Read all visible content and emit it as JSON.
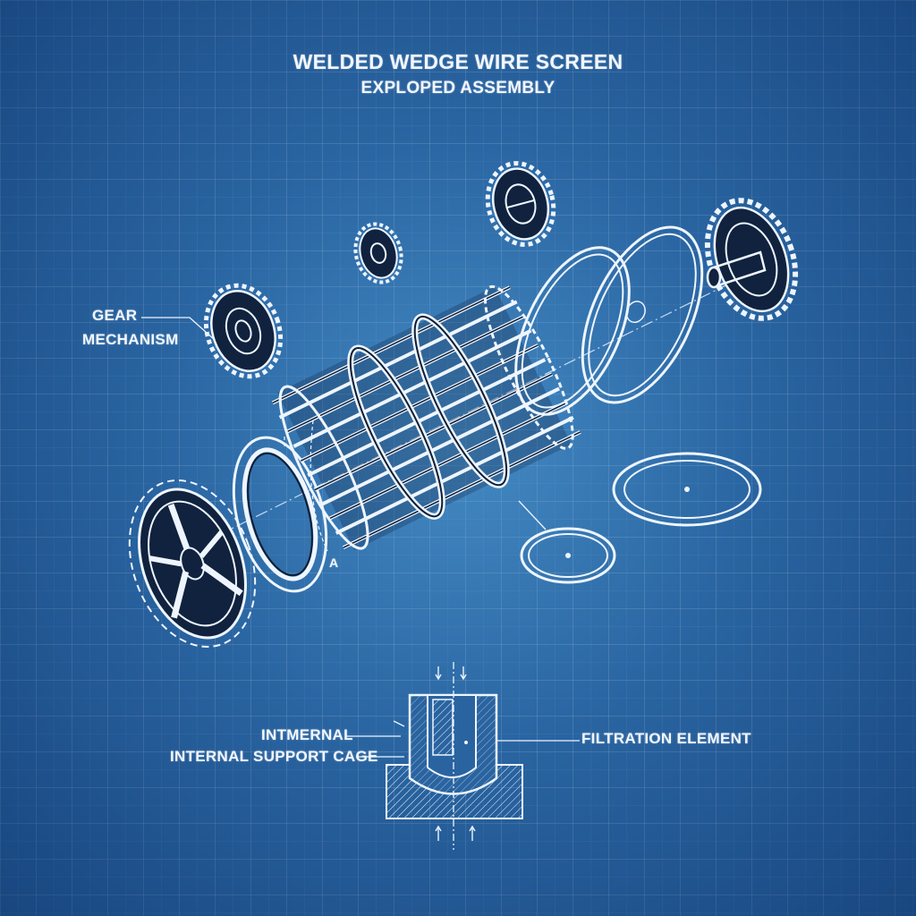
{
  "title": "WELDED WEDGE WIRE SCREEN",
  "subtitle": "EXPLOPED ASSEMBLY",
  "labels": {
    "gear_line1": "GEAR",
    "gear_line2": "MECHANISM",
    "intmernal": "INTMERNAL",
    "internal_support_cage": "INTERNAL SUPPORT CAGE",
    "filtration_element": "FILTRATION ELEMENT",
    "section_mark": "A"
  },
  "colors": {
    "background": "#2a64a0",
    "line": "#eef5ff",
    "part_dark": "#0f1e33"
  }
}
